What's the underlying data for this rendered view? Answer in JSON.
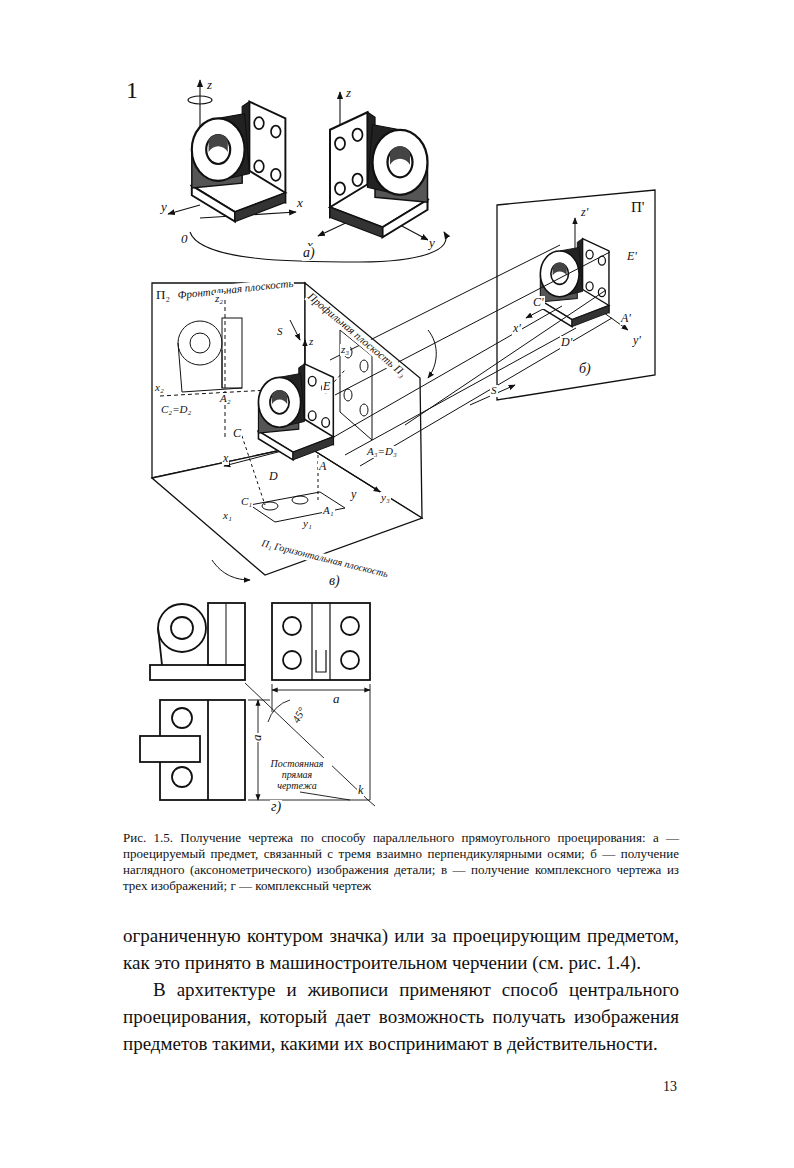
{
  "diagram": {
    "caption": "Рис. 1.5. Получение чертежа по способу параллельного прямоугольного проецирования: а — проецируемый предмет, связанный с тремя взаимно перпендикулярными осями; б — получение наглядного (аксонометрического) изображения детали; в — получение комплексного чертежа из трех изображений; г — комплексный чертеж",
    "labels": [
      "1",
      "z",
      "y",
      "x",
      "0",
      "z",
      "x",
      "y",
      "а)",
      "П'",
      "z'",
      "E'",
      "C'",
      "x'",
      "D'",
      "A'",
      "y'",
      "б)",
      "П₂",
      "Фронтальная плоскость",
      "z₂",
      "Профильная плоскость П₃",
      "S",
      "x₂",
      "A₂",
      "C₂=D₂",
      "z",
      "z₃",
      "E",
      "C",
      "x",
      "D",
      "A",
      "A₃=D₃",
      "y",
      "y₃",
      "x₁",
      "C₁",
      "A₁",
      "y₁",
      "П₁ Горизонтальная плоскость",
      "в)",
      "S",
      "a",
      "45°",
      "a",
      "Постоянная прямая чертежа",
      "k",
      "г)",
      "ограниченную контуром значка) или за проецирующим предметом, как это принято в машиностроительном черчении (см. рис. 1.4).",
      "В архитектуре и живописи применяют способ центрального проецирования, который дает возможность получать изображения предметов такими, какими их воспринимают в действительности.",
      "13"
    ]
  }
}
